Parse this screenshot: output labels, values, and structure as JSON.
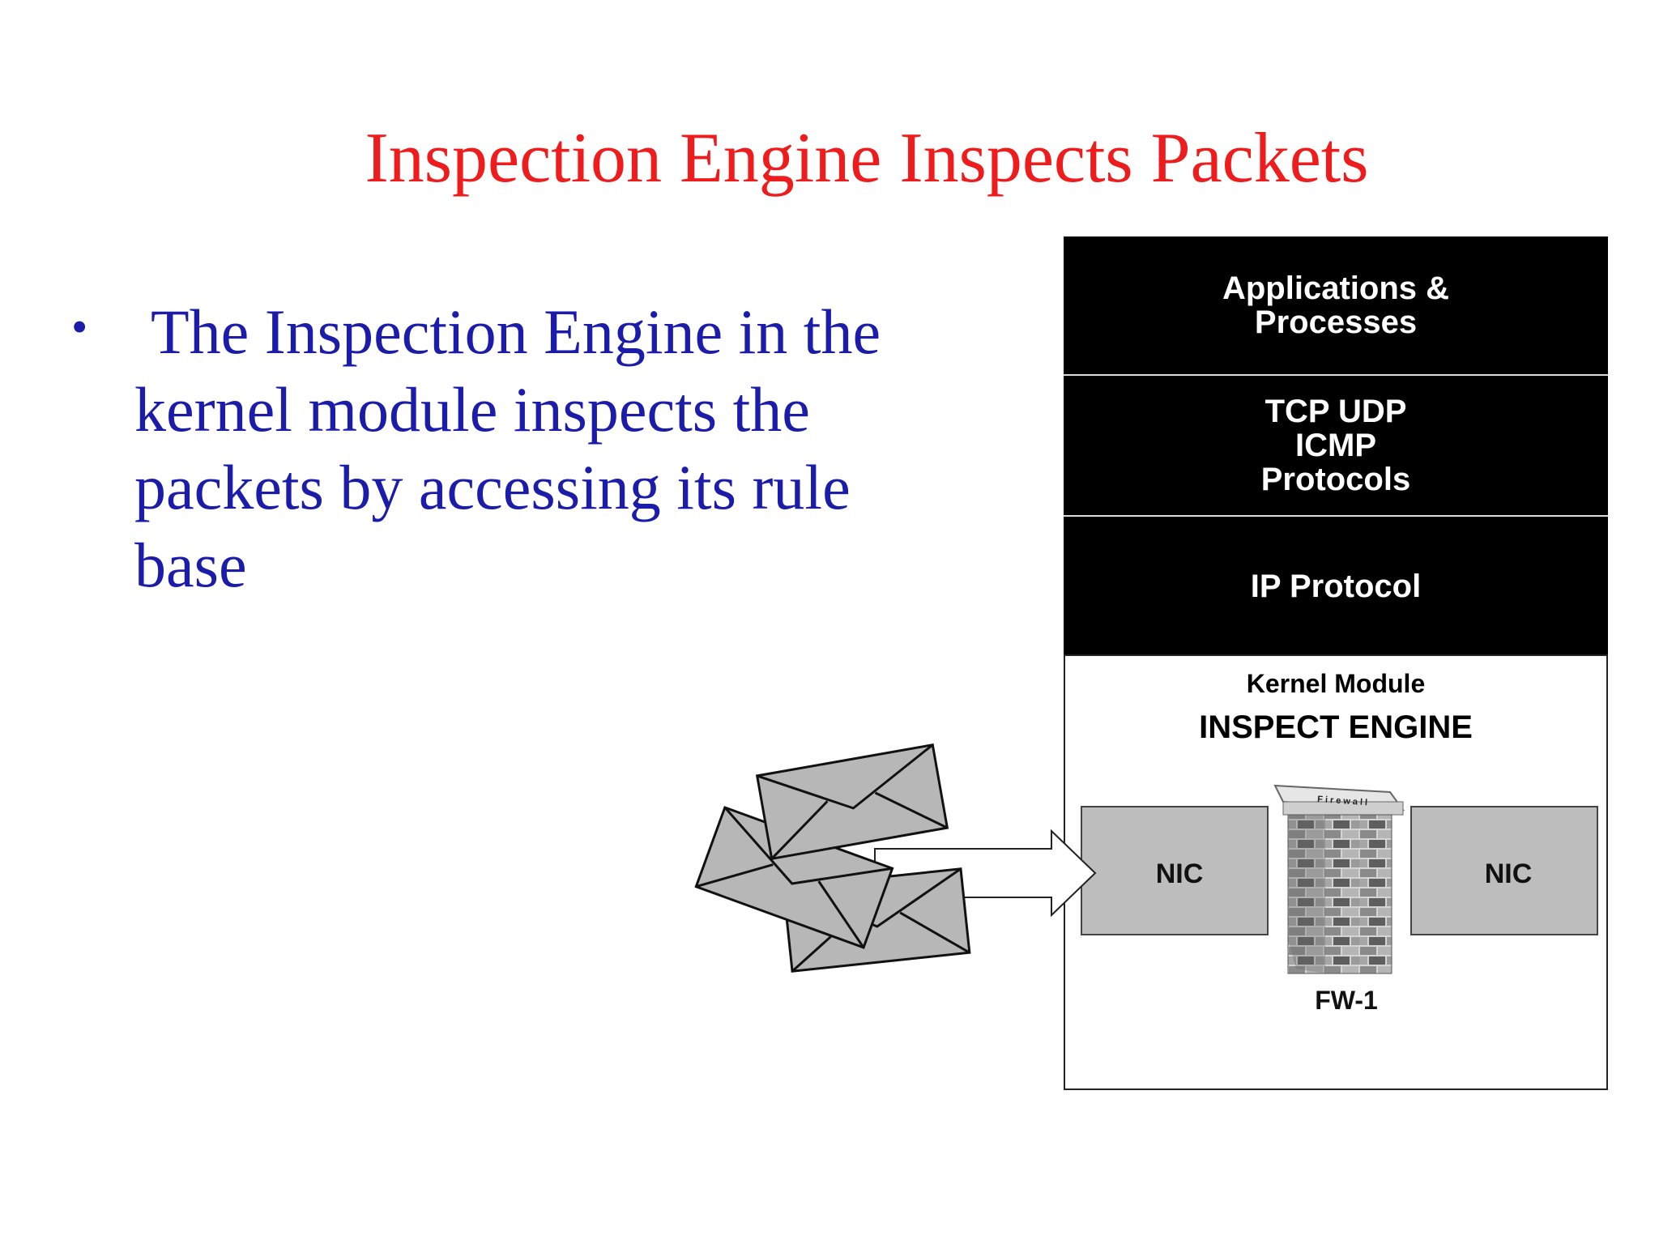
{
  "slide": {
    "title": "Inspection Engine Inspects Packets",
    "title_color": "#ee1c1c",
    "text_color": "#1c1caa",
    "bullet": {
      "glyph": "•",
      "lines": [
        "The Inspection Engine in the",
        "kernel module inspects the",
        "packets by accessing its rule",
        "base"
      ]
    }
  },
  "diagram": {
    "layers": [
      {
        "lines": [
          "Applications &",
          "Processes"
        ]
      },
      {
        "lines": [
          "TCP UDP",
          "ICMP",
          "Protocols"
        ]
      },
      {
        "lines": [
          "IP Protocol"
        ]
      }
    ],
    "kernel": {
      "label": "Kernel Module",
      "engine": "INSPECT ENGINE",
      "nic_left": "NIC",
      "nic_right": "NIC",
      "firewall_label": "FW-1",
      "firewall_sign": "Firewall"
    },
    "icons": {
      "packets": "envelope-stack-icon",
      "arrow": "arrow-right-icon",
      "firewall": "brick-wall-icon"
    }
  }
}
